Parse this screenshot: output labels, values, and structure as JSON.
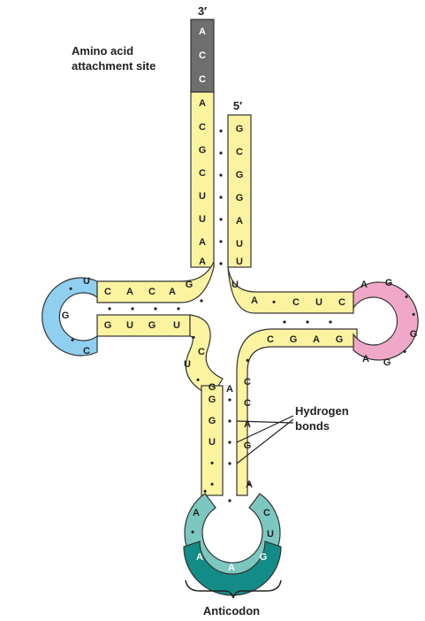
{
  "labels": {
    "three_prime": "3′",
    "five_prime": "5′",
    "amino_acid_line1": "Amino acid",
    "amino_acid_line2": "attachment site",
    "hydrogen_line1": "Hydrogen",
    "hydrogen_line2": "bonds",
    "anticodon": "Anticodon"
  },
  "colors": {
    "stem": "#fbf3a0",
    "amino_site": "#6e6e6e",
    "left_loop": "#8fd0f0",
    "right_loop": "#f0a8c8",
    "anticodon_loop": "#7cc8c0",
    "anticodon_dark": "#138c88",
    "outline": "#333333",
    "bond_dot": "#222222"
  },
  "sequences": {
    "amino_site": [
      "A",
      "C",
      "C"
    ],
    "acceptor_3": [
      "A",
      "C",
      "G",
      "C",
      "U",
      "U",
      "A",
      "A"
    ],
    "acceptor_5": [
      "G",
      "C",
      "G",
      "G",
      "A",
      "U",
      "U"
    ],
    "d_arm_top": [
      "G",
      "A",
      "C",
      "A",
      "C"
    ],
    "d_loop": [
      "U",
      "•",
      "G",
      "•",
      "C"
    ],
    "d_arm_bottom": [
      "G",
      "U",
      "G",
      "U"
    ],
    "connector": [
      "•",
      "C",
      "U",
      "•",
      "G",
      "A"
    ],
    "anticodon_stem_left": [
      "G",
      "G",
      "U",
      "•",
      "•"
    ],
    "anticodon_stem_right": [
      "•",
      "C",
      "C",
      "A",
      "G",
      "A"
    ],
    "anticodon_loop_left": [
      "A",
      "•"
    ],
    "anticodon": [
      "A",
      "A",
      "G"
    ],
    "anticodon_loop_right": [
      "C",
      "U"
    ],
    "t_arm_top": [
      "U",
      "A",
      "•",
      "C",
      "U",
      "C"
    ],
    "t_loop": [
      "A",
      "G",
      "•",
      "•",
      "G",
      "•",
      "G",
      "A"
    ],
    "t_arm_bottom": [
      "C",
      "G",
      "A",
      "G"
    ],
    "variable": [
      "•",
      "•"
    ]
  }
}
